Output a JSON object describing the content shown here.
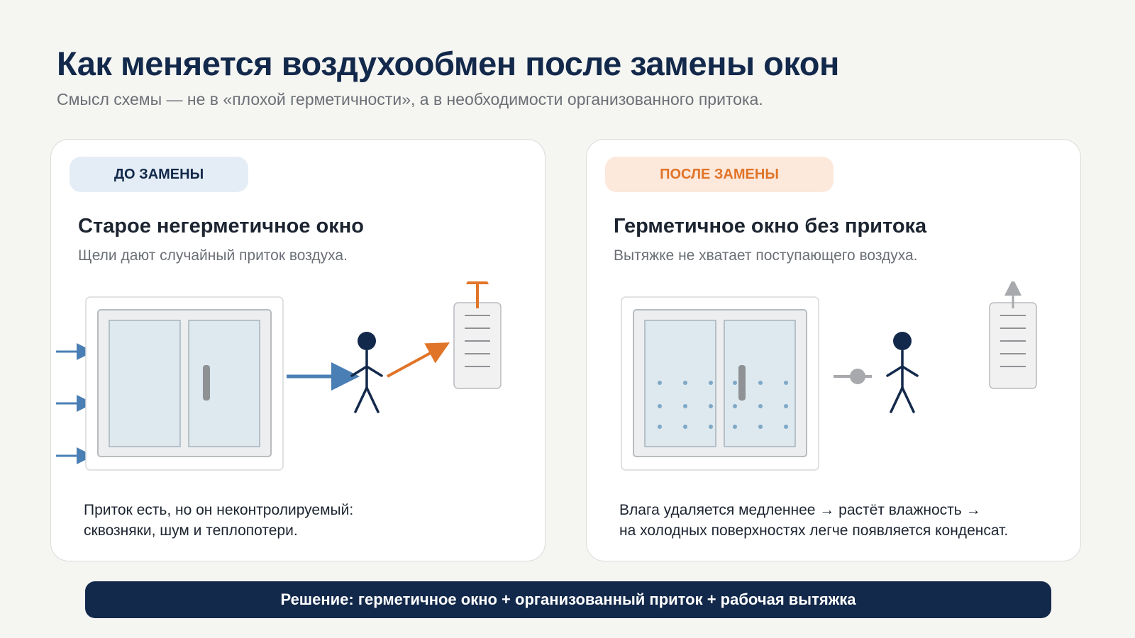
{
  "header": {
    "title": "Как меняется воздухообмен после замены окон",
    "subtitle": "Смысл схемы — не в «плохой герметичности», а в необходимости организованного притока."
  },
  "before": {
    "badge": "ДО ЗАМЕНЫ",
    "title": "Старое негерметичное окно",
    "subtitle": "Щели дают случайный приток воздуха.",
    "note_line1": "Приток есть, но он неконтролируемый:",
    "note_line2": "сквозняки, шум и теплопотери."
  },
  "after": {
    "badge": "ПОСЛЕ ЗАМЕНЫ",
    "title": "Герметичное окно без притока",
    "subtitle": "Вытяжке не хватает поступающего воздуха.",
    "note_line1": "Влага удаляется медленнее → растёт влажность →",
    "note_line2": "на холодных поверхностях легче появляется конденсат."
  },
  "solution": "Решение: герметичное окно + организованный приток + рабочая вытяжка",
  "colors": {
    "navy": "#13294b",
    "inflow_blue": "#4a7fb5",
    "exhaust_orange": "#e07428",
    "blocked_gray": "#a7a9ac"
  }
}
